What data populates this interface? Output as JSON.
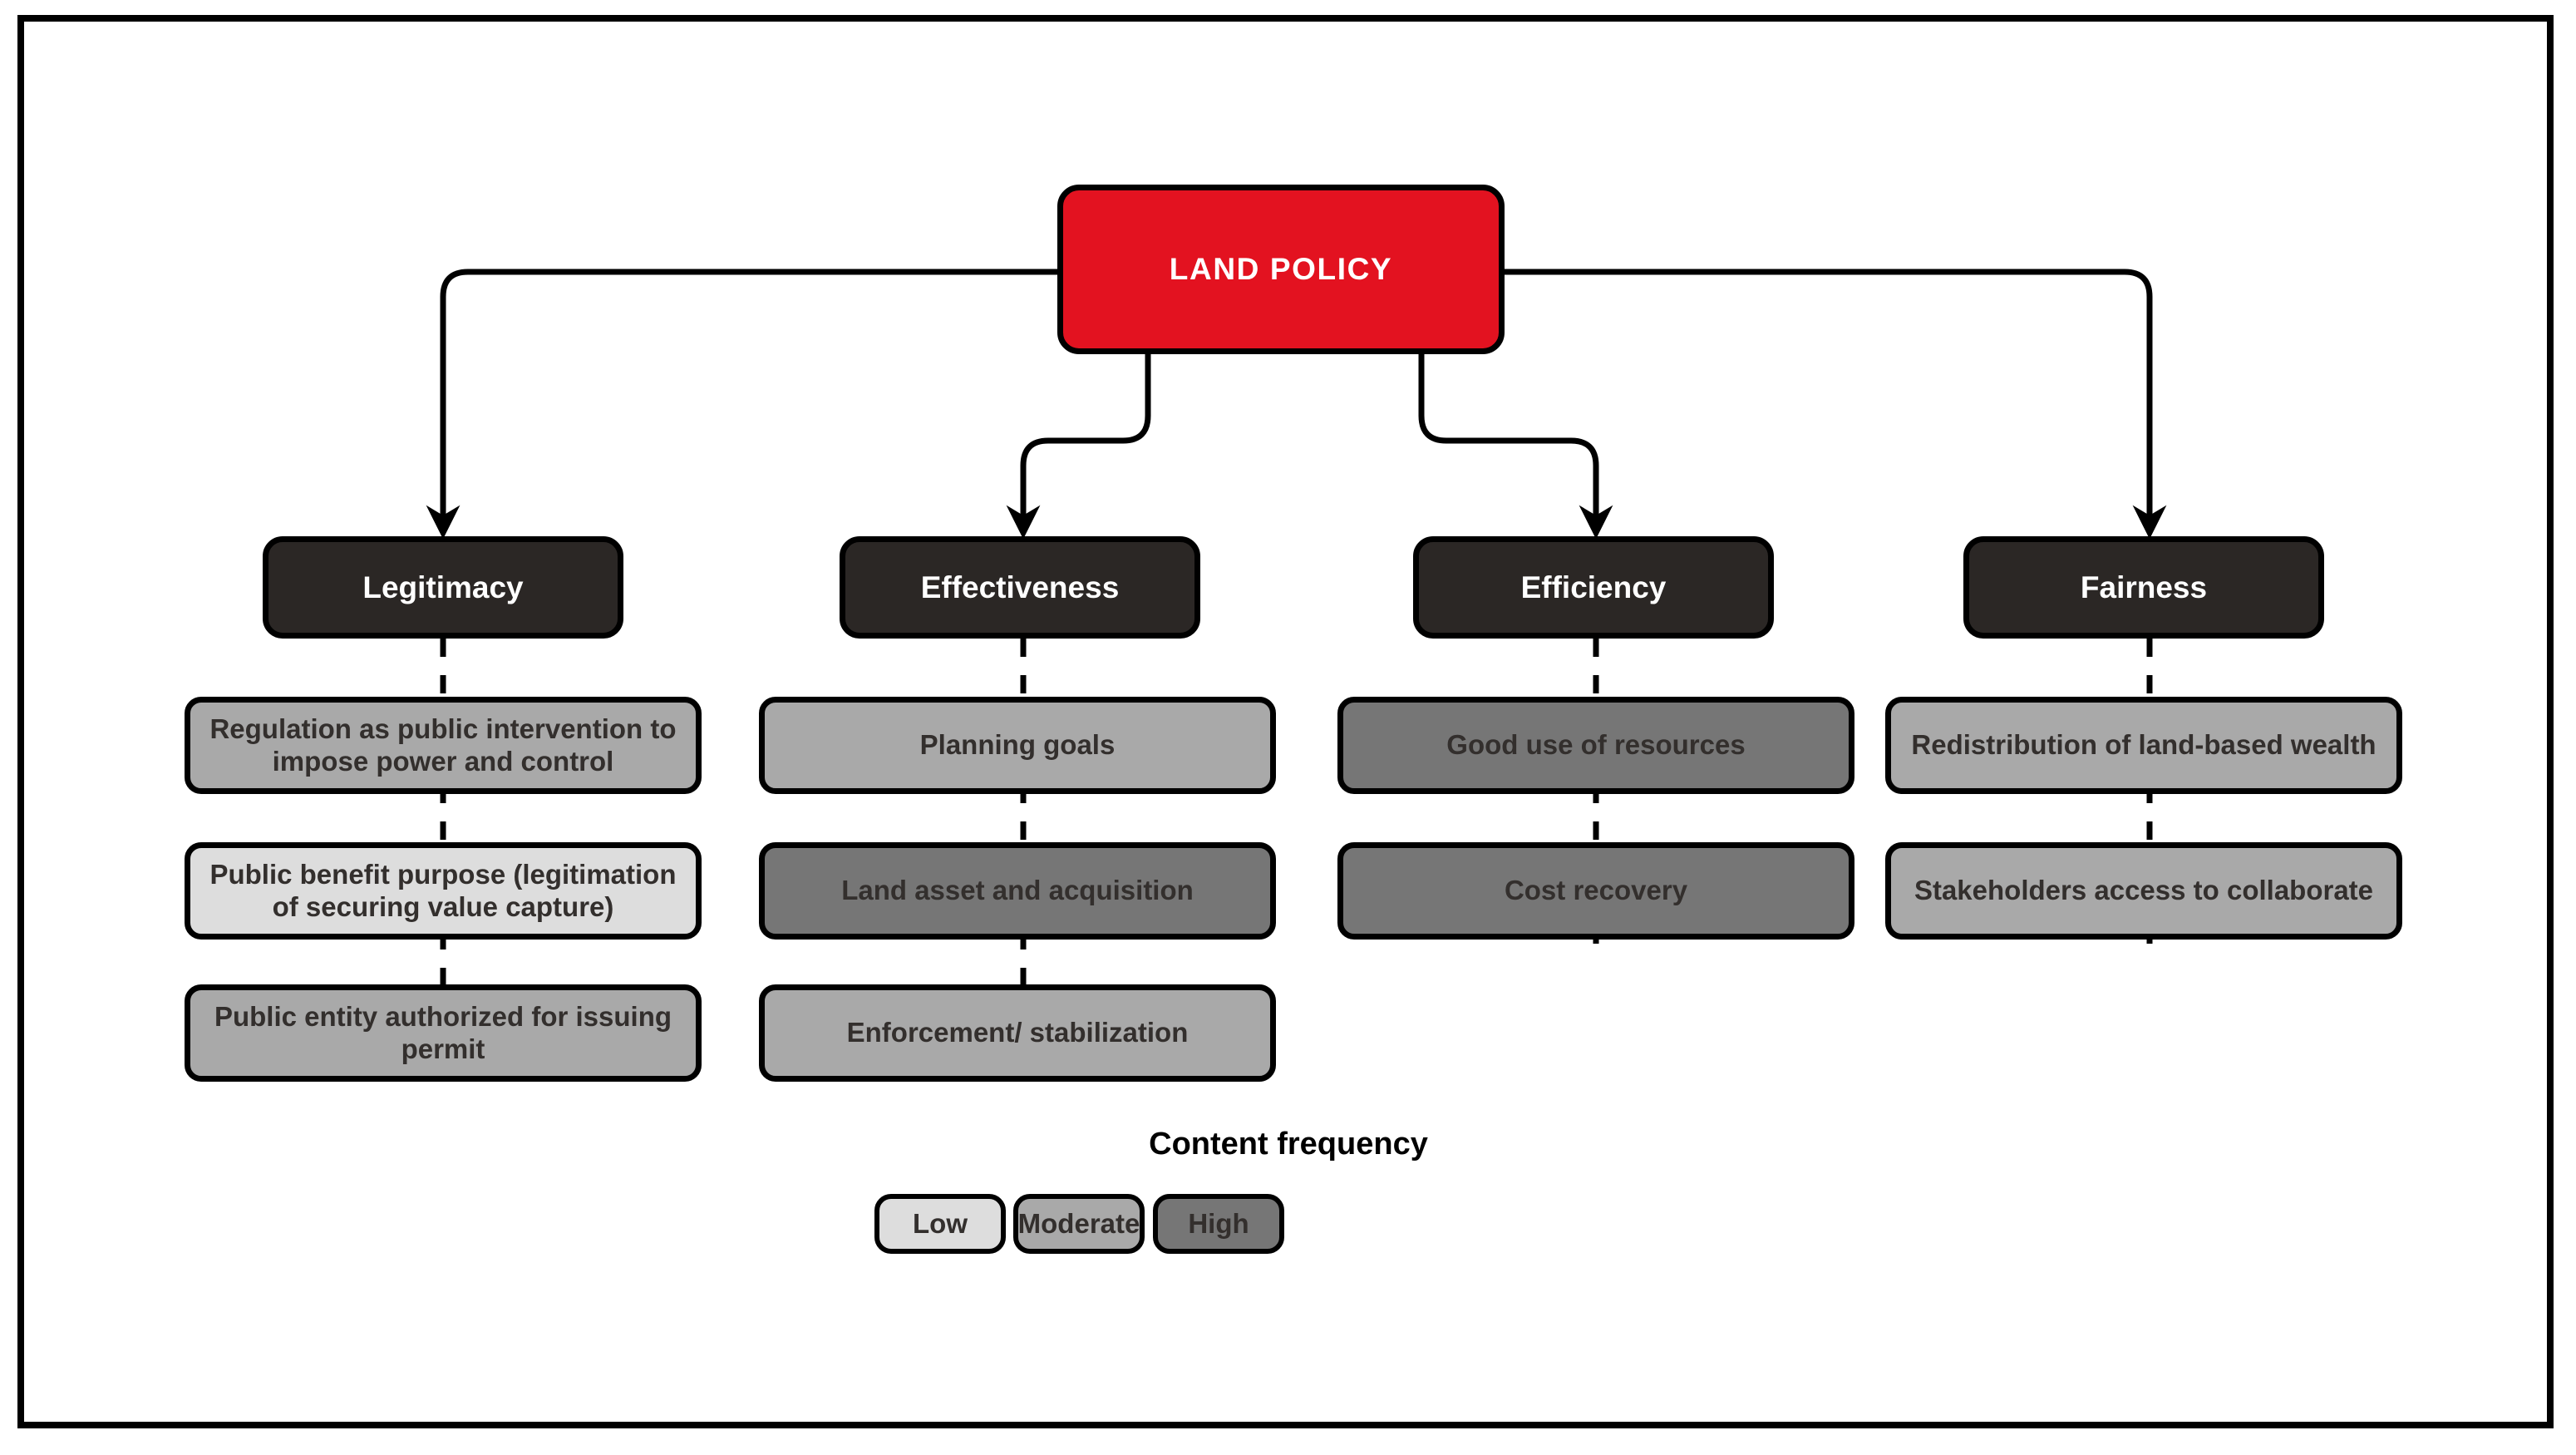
{
  "diagram": {
    "root": {
      "label": "LAND POLICY",
      "color": "#e31220"
    },
    "categories": [
      {
        "label": "Legitimacy"
      },
      {
        "label": "Effectiveness"
      },
      {
        "label": "Efficiency"
      },
      {
        "label": "Fairness"
      }
    ],
    "columns": [
      {
        "category": "Legitimacy",
        "items": [
          {
            "label": "Regulation as public intervention to impose power and control",
            "frequency": "Moderate"
          },
          {
            "label": "Public benefit purpose (legitimation of securing value capture)",
            "frequency": "Low"
          },
          {
            "label": "Public entity authorized for issuing permit",
            "frequency": "Moderate"
          }
        ]
      },
      {
        "category": "Effectiveness",
        "items": [
          {
            "label": "Planning goals",
            "frequency": "Moderate"
          },
          {
            "label": "Land asset and acquisition",
            "frequency": "High"
          },
          {
            "label": "Enforcement/ stabilization",
            "frequency": "Moderate"
          }
        ]
      },
      {
        "category": "Efficiency",
        "items": [
          {
            "label": "Good use of resources",
            "frequency": "High"
          },
          {
            "label": "Cost recovery",
            "frequency": "High"
          }
        ]
      },
      {
        "category": "Fairness",
        "items": [
          {
            "label": "Redistribution of land-based wealth",
            "frequency": "Moderate"
          },
          {
            "label": "Stakeholders access to collaborate",
            "frequency": "Moderate"
          }
        ]
      }
    ]
  },
  "legend": {
    "title": "Content frequency",
    "chips": [
      {
        "label": "Low",
        "color": "#dddddd"
      },
      {
        "label": "Moderate",
        "color": "#a9a9a9"
      },
      {
        "label": "High",
        "color": "#767676"
      }
    ]
  }
}
